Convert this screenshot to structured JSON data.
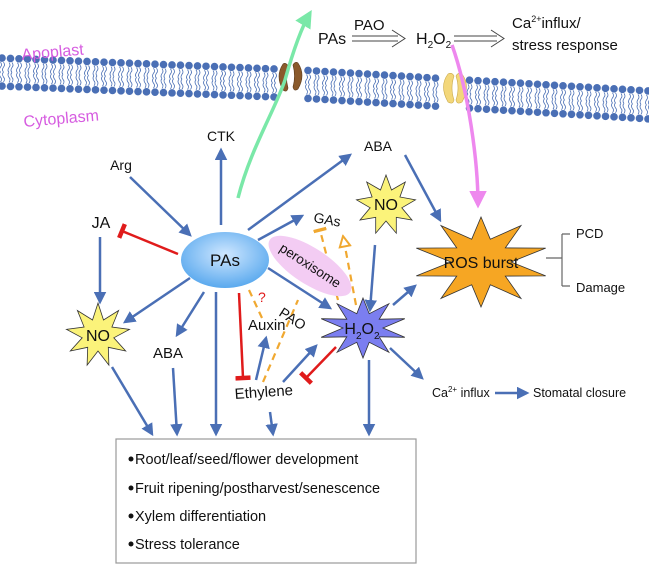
{
  "membrane": {
    "top_label": "Apoplast",
    "bottom_label": "Cytoplasm",
    "lipid_color": "#4a6fb5",
    "channel_pas_color": "#8a5a2b",
    "channel_h2o2_color": "#f3d77a"
  },
  "apoplast_pathway": {
    "substrate": "PAs",
    "enzyme": "PAO",
    "product_main": "H",
    "product_sub1": "2",
    "product_mid": "O",
    "product_sub2": "2",
    "outcome_line1_pre": "Ca",
    "outcome_line1_sup": "2+",
    "outcome_line1_post": "influx/",
    "outcome_line2": "stress response"
  },
  "nodes": {
    "center": "PAs",
    "ctk": "CTK",
    "arg": "Arg",
    "ja": "JA",
    "aba_top": "ABA",
    "aba_left": "ABA",
    "gas": "GAs",
    "no_left": "NO",
    "no_right": "NO",
    "peroxisome": "peroxisome",
    "pao": "PAO",
    "question": "?",
    "auxin": "Auxin",
    "ethylene": "Ethylene",
    "h2o2_main": "H",
    "h2o2_sub1": "2",
    "h2o2_mid": "O",
    "h2o2_sub2": "2",
    "ros": "ROS burst",
    "pcd": "PCD",
    "damage": "Damage",
    "ca_pre": "Ca",
    "ca_sup": "2+",
    "ca_post": " influx",
    "stomatal": "Stomatal closure"
  },
  "outcomes_box": {
    "items": [
      "Root/leaf/seed/flower development",
      "Fruit ripening/postharvest/senescence",
      "Xylem differentiation",
      "Stress tolerance"
    ]
  },
  "colors": {
    "activation_arrow": "#4a6fb5",
    "inhibition": "#e01b1b",
    "dashed_regulation": "#f0a830",
    "export_arrow": "#7ae8a8",
    "import_arrow": "#ee88ee",
    "pas_fill": "#8cc4f5",
    "no_fill": "#fbf37a",
    "h2o2_fill": "#7b7ef0",
    "ros_fill": "#f6a623",
    "peroxisome_fill": "#f3ccf3"
  }
}
